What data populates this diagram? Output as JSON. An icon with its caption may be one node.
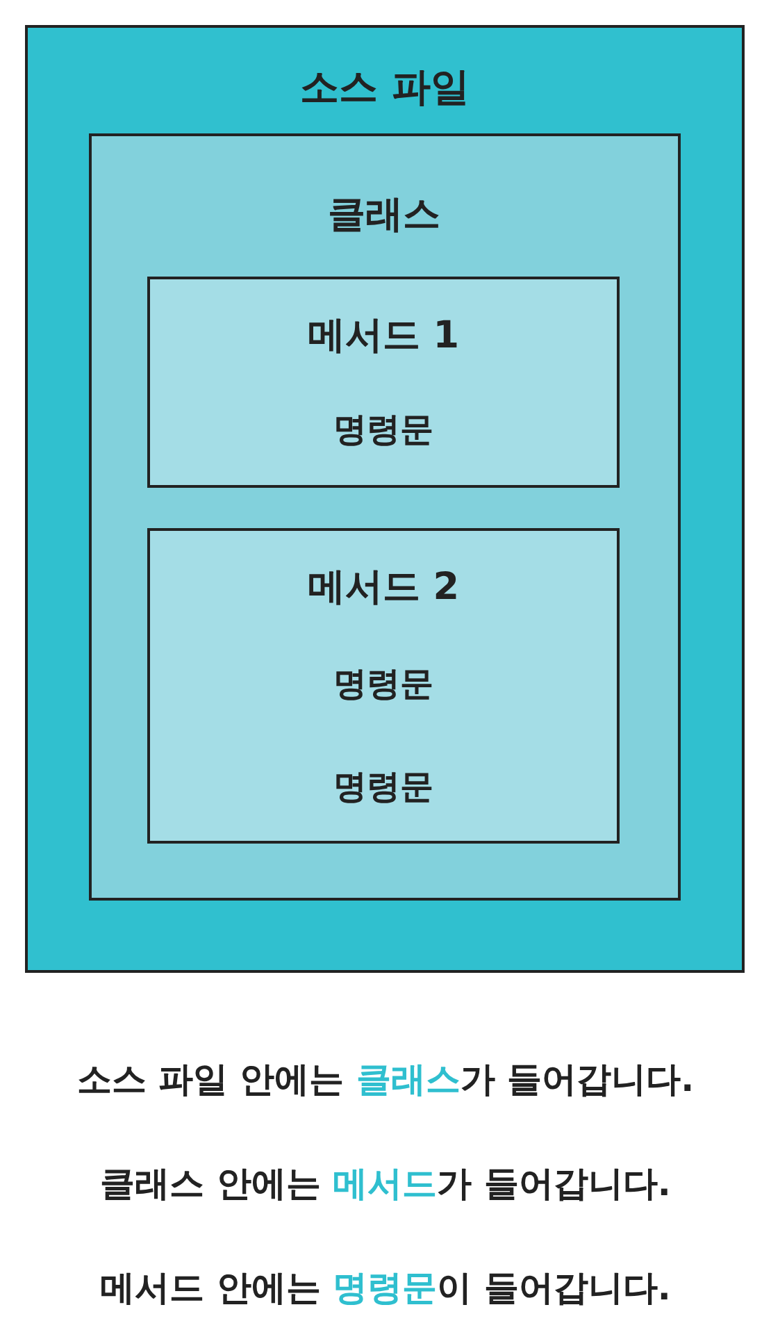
{
  "diagram": {
    "nodes": [
      {
        "text": [
          "소스 파일"
        ]
      },
      {
        "text": [
          "클래스"
        ],
        "in": 0
      },
      {
        "text": [
          "메서드 1",
          "명령문"
        ],
        "in": 1
      },
      {
        "text": [
          "메서드 2",
          "명령문",
          "명령문"
        ],
        "in": 1
      }
    ],
    "labels": [
      "소스 파일 안에는 **클래스**가 들어갑니다.",
      "클래스 안에는 **메서드**가 들어갑니다.",
      "메서드 안에는 **명령문**이 들어갑니다."
    ]
  }
}
